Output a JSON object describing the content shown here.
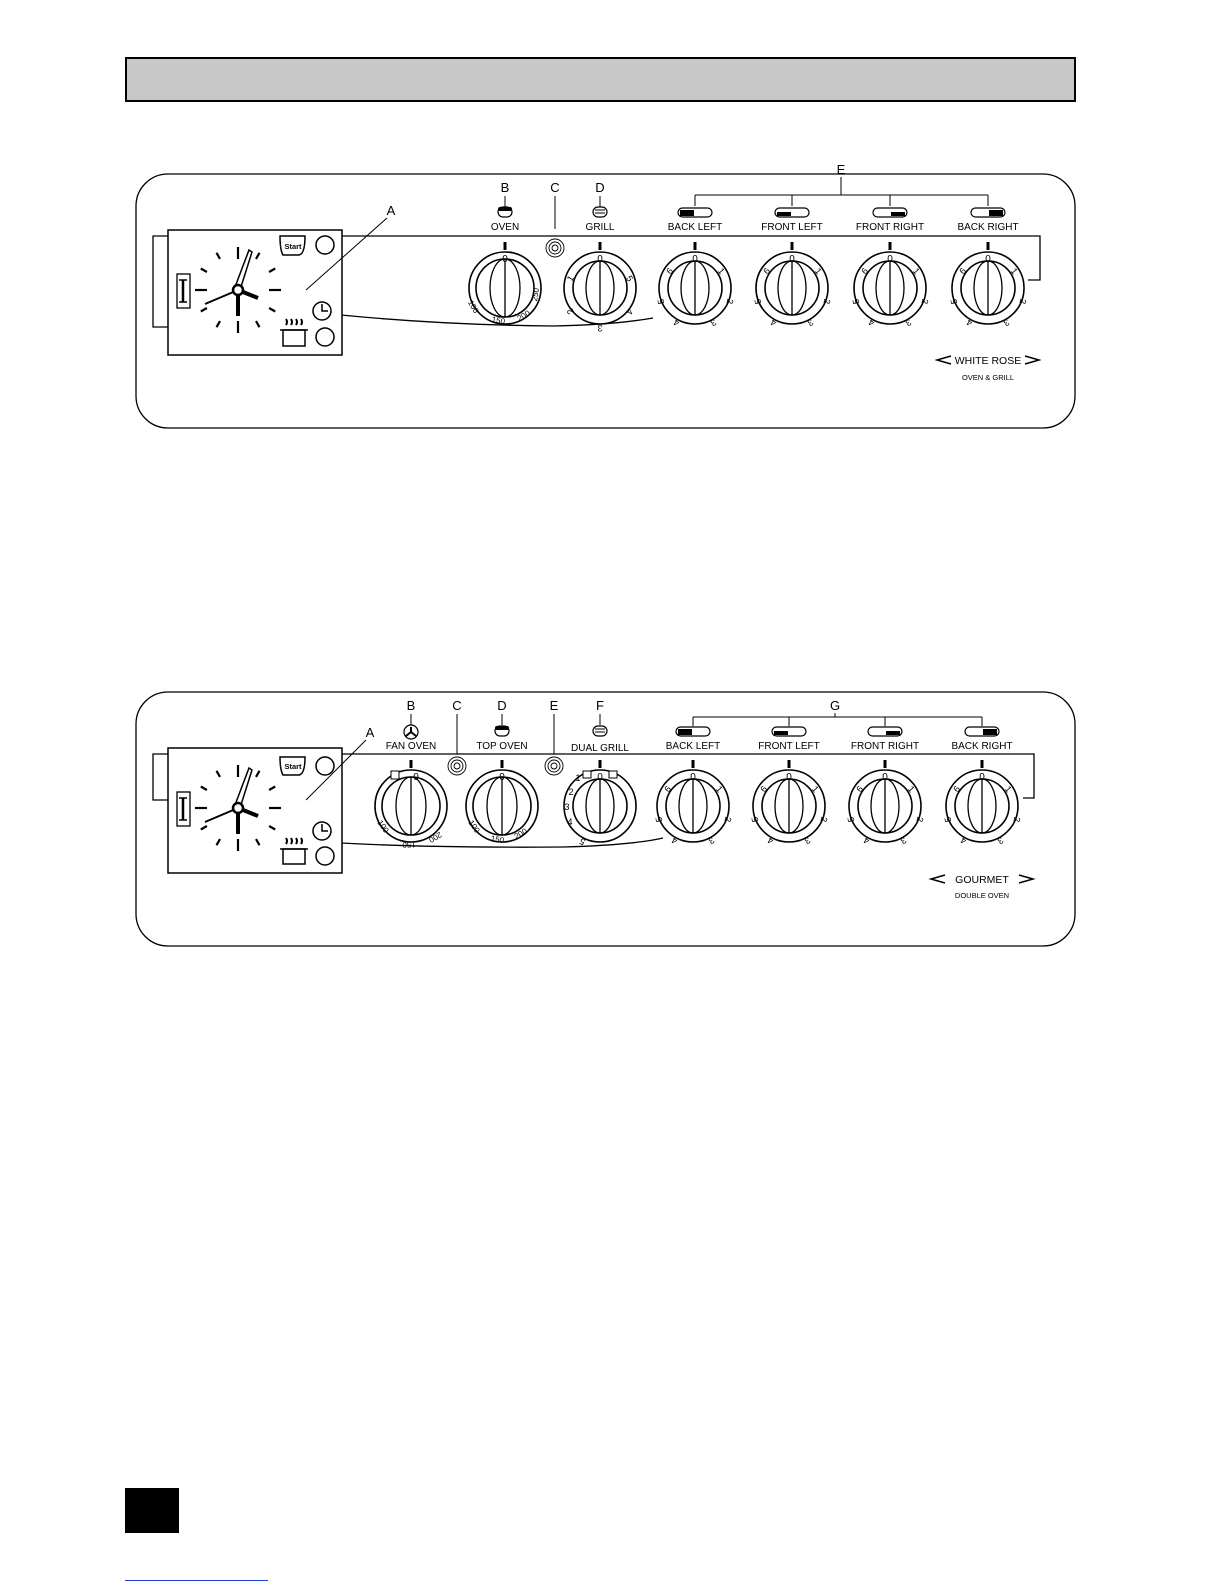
{
  "header": {
    "title": ""
  },
  "panels": [
    {
      "id": "white-rose",
      "clock_button": "Start",
      "callouts": {
        "clock": "A",
        "oven": "B",
        "indicator": "C",
        "grill": "D",
        "hotplates": "E"
      },
      "controls": [
        {
          "label": "OVEN",
          "type": "temperature",
          "scale": [
            "0",
            "100",
            "150",
            "200",
            "250"
          ]
        },
        {
          "label": "GRILL",
          "type": "grill",
          "scale": [
            "0",
            "1",
            "2",
            "3",
            "4",
            "5"
          ]
        },
        {
          "label": "BACK LEFT",
          "type": "hotplate",
          "scale": [
            "0",
            "1",
            "2",
            "3",
            "4",
            "5",
            "6"
          ]
        },
        {
          "label": "FRONT LEFT",
          "type": "hotplate",
          "scale": [
            "0",
            "1",
            "2",
            "3",
            "4",
            "5",
            "6"
          ]
        },
        {
          "label": "FRONT RIGHT",
          "type": "hotplate",
          "scale": [
            "0",
            "1",
            "2",
            "3",
            "4",
            "5",
            "6"
          ]
        },
        {
          "label": "BACK RIGHT",
          "type": "hotplate",
          "scale": [
            "0",
            "1",
            "2",
            "3",
            "4",
            "5",
            "6"
          ]
        }
      ],
      "brand": {
        "name": "WHITE ROSE",
        "sub": "OVEN & GRILL"
      }
    },
    {
      "id": "gourmet",
      "clock_button": "Start",
      "callouts": {
        "clock": "A",
        "fan_oven": "B",
        "indicator_1": "C",
        "top_oven": "D",
        "indicator_2": "E",
        "dual_grill": "F",
        "hotplates": "G"
      },
      "controls": [
        {
          "label": "FAN OVEN",
          "type": "temperature",
          "scale": [
            "0",
            "100",
            "150",
            "200"
          ]
        },
        {
          "label": "TOP OVEN",
          "type": "temperature",
          "scale": [
            "0",
            "100",
            "150",
            "200"
          ]
        },
        {
          "label": "DUAL GRILL",
          "type": "grill",
          "scale": [
            "0",
            "1",
            "2",
            "3",
            "4",
            "5"
          ]
        },
        {
          "label": "BACK LEFT",
          "type": "hotplate",
          "scale": [
            "0",
            "1",
            "2",
            "3",
            "4",
            "5",
            "6"
          ]
        },
        {
          "label": "FRONT LEFT",
          "type": "hotplate",
          "scale": [
            "0",
            "1",
            "2",
            "3",
            "4",
            "5",
            "6"
          ]
        },
        {
          "label": "FRONT RIGHT",
          "type": "hotplate",
          "scale": [
            "0",
            "1",
            "2",
            "3",
            "4",
            "5",
            "6"
          ]
        },
        {
          "label": "BACK RIGHT",
          "type": "hotplate",
          "scale": [
            "0",
            "1",
            "2",
            "3",
            "4",
            "5",
            "6"
          ]
        }
      ],
      "brand": {
        "name": "GOURMET",
        "sub": "DOUBLE  OVEN"
      }
    }
  ]
}
